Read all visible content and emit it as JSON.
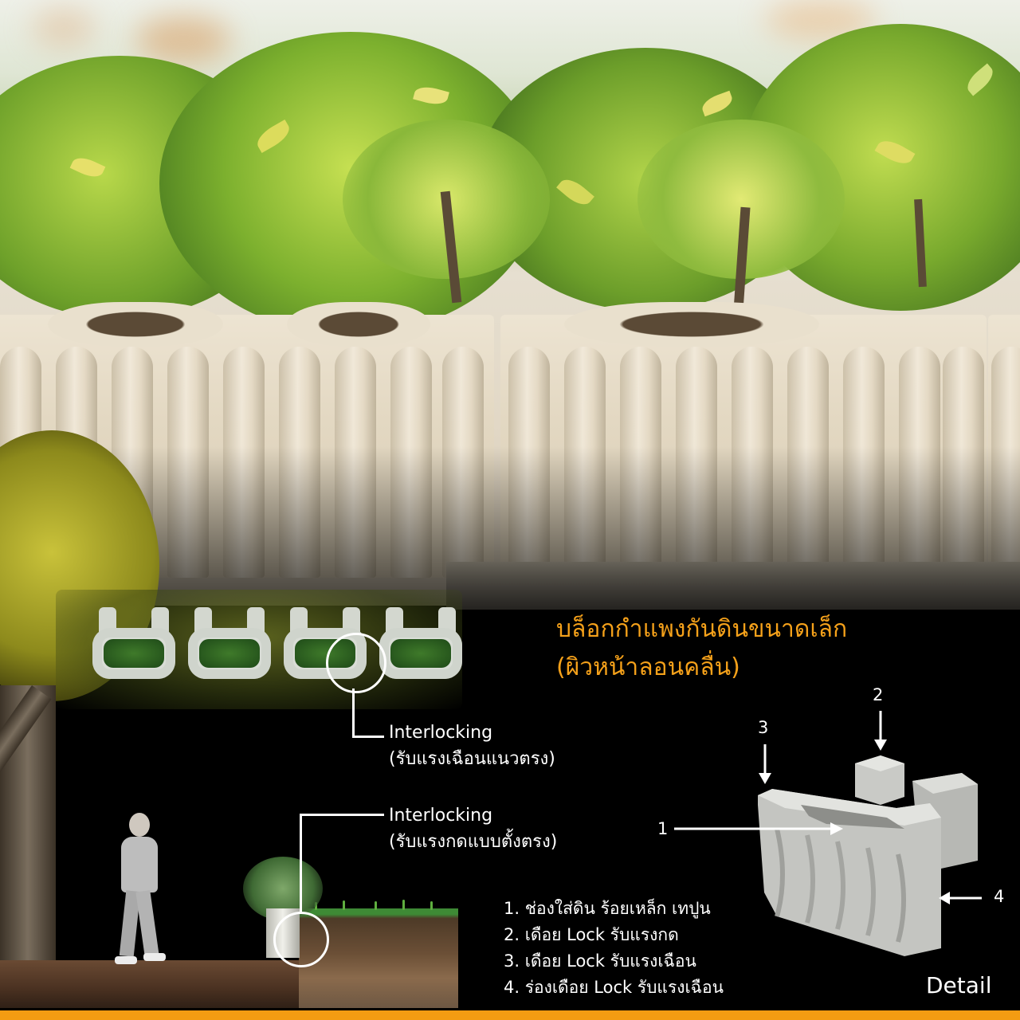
{
  "title": {
    "line1": "บล็อกกำแพงกันดินขนาดเล็ก",
    "line2": "(ผิวหน้าลอนคลื่น)"
  },
  "callouts": [
    {
      "heading": "Interlocking",
      "desc": "(รับแรงเฉือนแนวตรง)"
    },
    {
      "heading": "Interlocking",
      "desc": "(รับแรงกดแบบตั้งตรง)"
    }
  ],
  "detail_markers": [
    "1",
    "2",
    "3",
    "4"
  ],
  "legend": [
    "1. ช่องใส่ดิน ร้อยเหล็ก เทปูน",
    "2. เดือย Lock รับแรงกด",
    "3. เดือย Lock รับแรงเฉือน",
    "4. ร่องเดือย Lock รับแรงเฉือน"
  ],
  "detail_label": "Detail",
  "colors": {
    "accent": "#f5a11a",
    "bottom_bar": "#f39c12",
    "background": "#000000",
    "text": "#ffffff"
  }
}
